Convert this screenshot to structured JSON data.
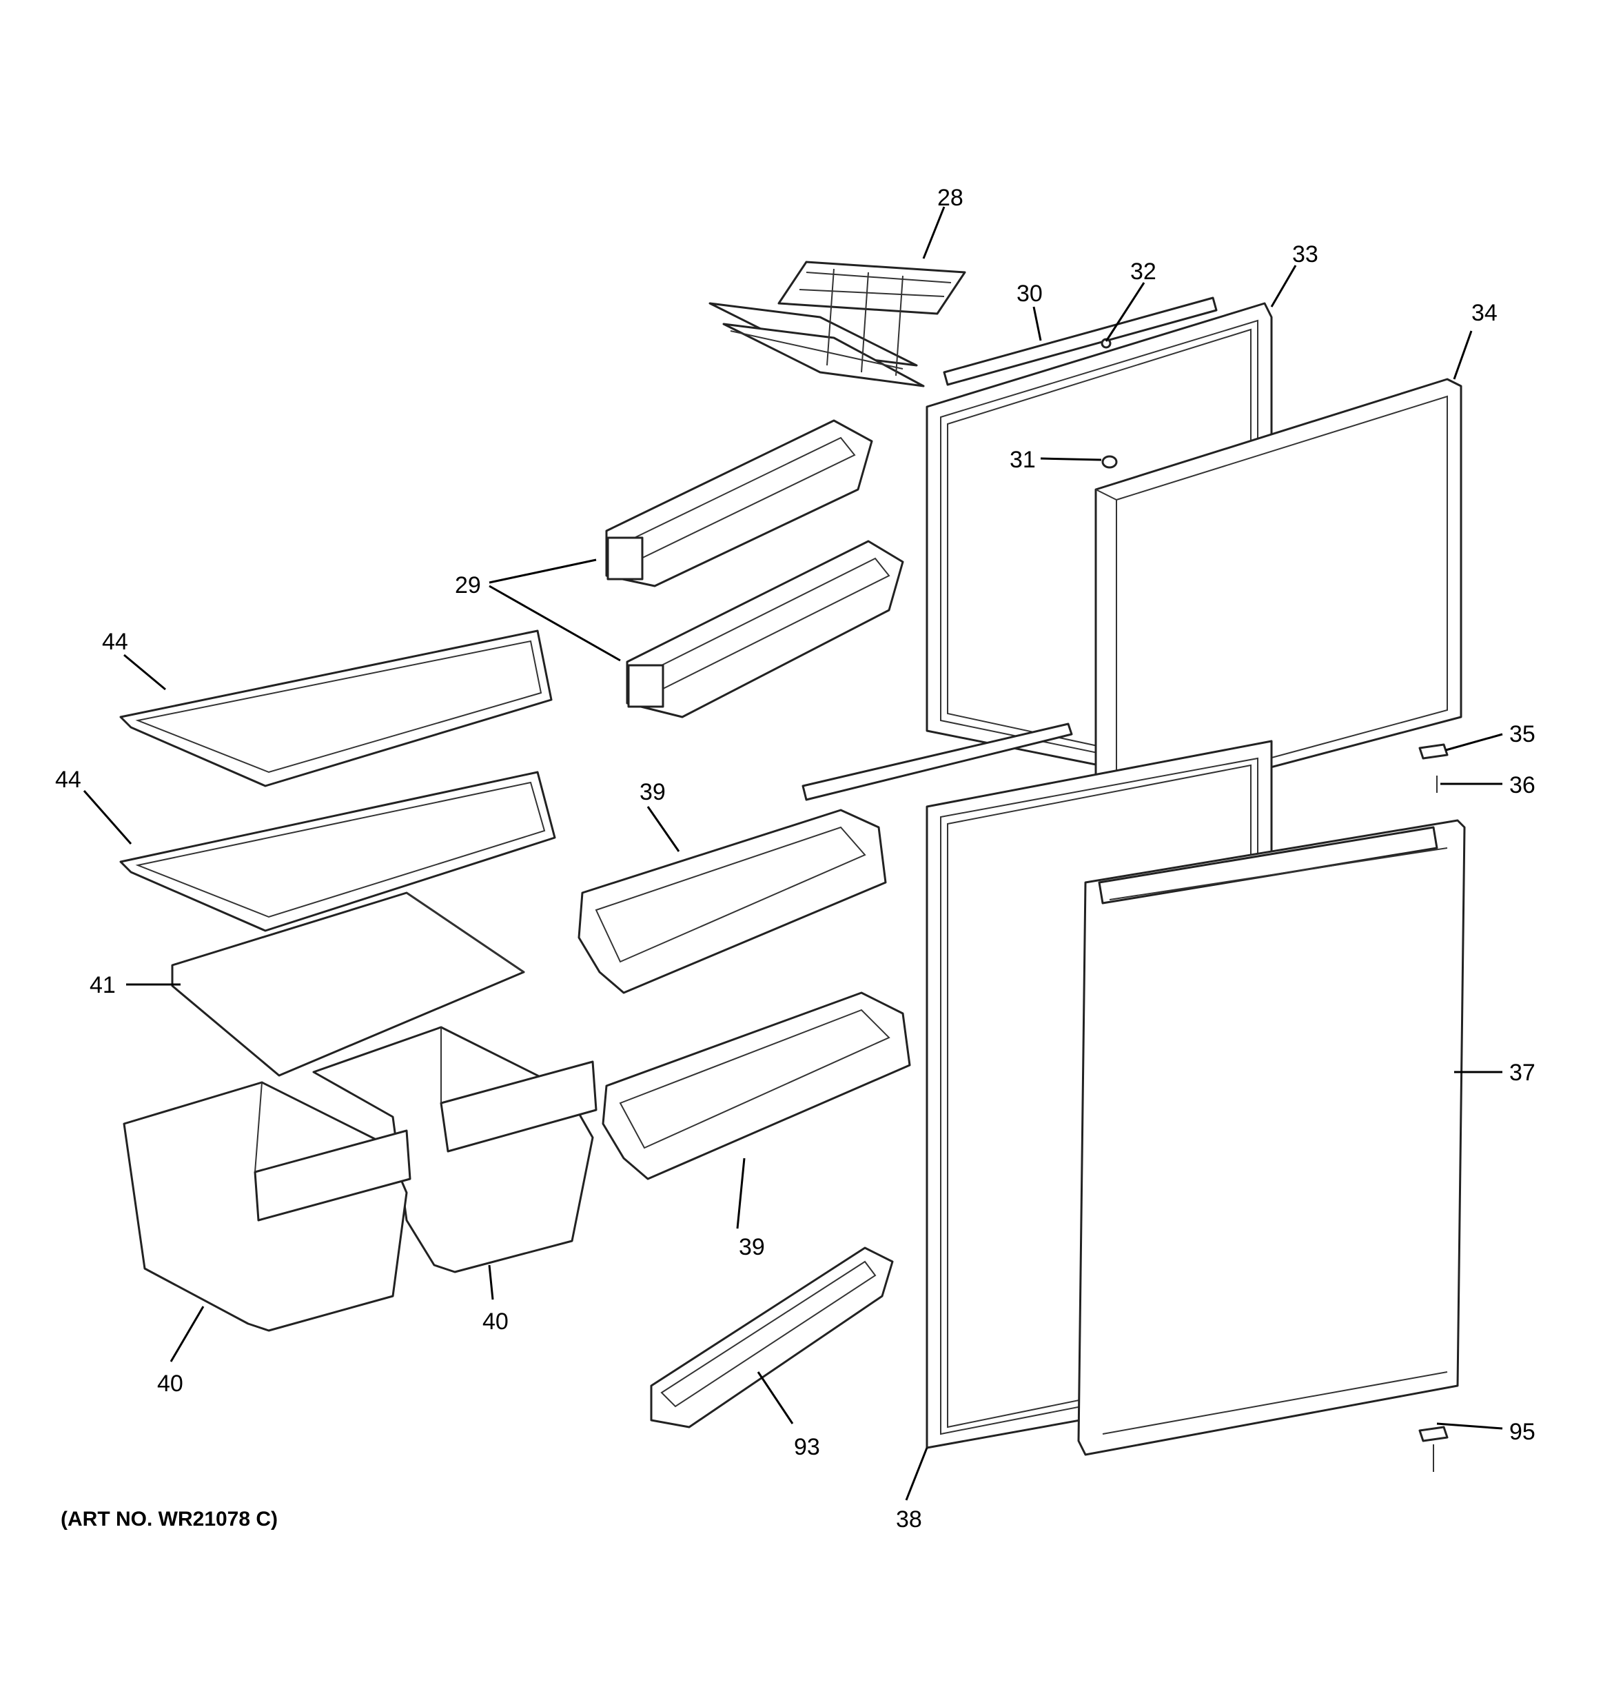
{
  "art_number": "(ART NO. WR21078 C)",
  "callouts": {
    "p28": "28",
    "p29": "29",
    "p30": "30",
    "p31": "31",
    "p32": "32",
    "p33": "33",
    "p34": "34",
    "p35": "35",
    "p36": "36",
    "p37": "37",
    "p38": "38",
    "p39a": "39",
    "p39b": "39",
    "p40a": "40",
    "p40b": "40",
    "p41": "41",
    "p44a": "44",
    "p44b": "44",
    "p93": "93",
    "p95": "95"
  }
}
